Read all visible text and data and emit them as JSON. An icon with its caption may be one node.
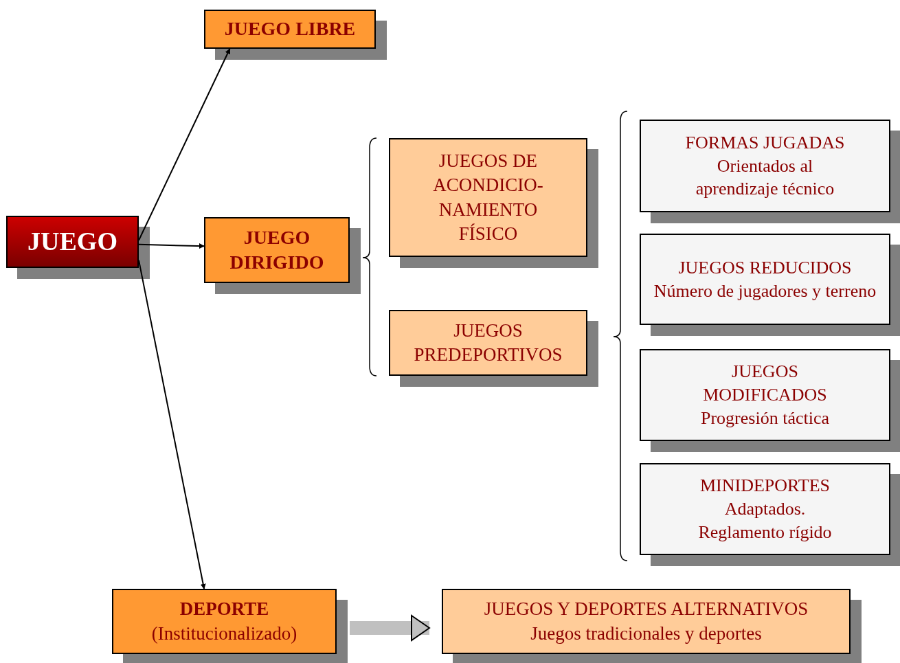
{
  "diagram": {
    "nodes": [
      {
        "text": [
          "JUEGO"
        ]
      },
      {
        "text": [
          "JUEGO LIBRE"
        ]
      },
      {
        "text": [
          "JUEGO DIRIGIDO"
        ]
      },
      {
        "text": [
          "JUEGOS DE ACONDICIO- NAMIENTO FÍSICO"
        ]
      },
      {
        "text": [
          "JUEGOS PREDEPORTIVOS"
        ]
      },
      {
        "text": [
          "FORMAS JUGADAS",
          "Orientados al aprendizaje técnico"
        ]
      },
      {
        "text": [
          "JUEGOS REDUCIDOS",
          "Número de jugadores y terreno"
        ]
      },
      {
        "text": [
          "JUEGOS MODIFICADOS",
          "Progresión táctica"
        ]
      },
      {
        "text": [
          "MINIDEPORTES",
          "Adaptados. Reglamento rígido"
        ]
      },
      {
        "text": [
          "DEPORTE",
          "(Institucionalizado)"
        ]
      },
      {
        "text": [
          "JUEGOS Y DEPORTES ALTERNATIVOS",
          "Juegos tradicionales y deportes"
        ]
      }
    ],
    "edges": [
      {
        "from": 0,
        "to": 1,
        "arrow": "to"
      },
      {
        "from": 0,
        "to": 2,
        "arrow": "to"
      },
      {
        "from": 0,
        "to": 9,
        "arrow": "to"
      },
      {
        "from": 9,
        "to": 10,
        "arrow": "to",
        "style": "thick",
        "color": "#c0c0c0"
      }
    ]
  }
}
